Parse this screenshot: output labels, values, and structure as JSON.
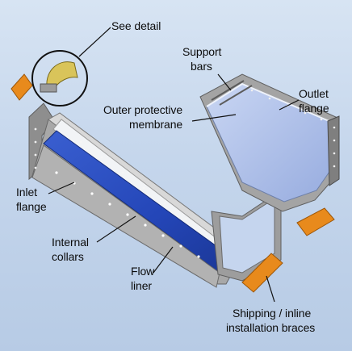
{
  "labels": {
    "see_detail": "See detail",
    "support_bars_1": "Support",
    "support_bars_2": "bars",
    "outlet_flange_1": "Outlet",
    "outlet_flange_2": "flange",
    "outer_membrane_1": "Outer protective",
    "outer_membrane_2": "membrane",
    "inlet_flange_1": "Inlet",
    "inlet_flange_2": "flange",
    "internal_collars_1": "Internal",
    "internal_collars_2": "collars",
    "flow_liner_1": "Flow",
    "flow_liner_2": "liner",
    "braces_1": "Shipping / inline",
    "braces_2": "installation braces"
  },
  "colors": {
    "background": "#c9d9ee",
    "frame_gray": "#9a9a9a",
    "flow_liner_blue": "#2a4fbf",
    "membrane_blue": "#aebfe6",
    "brace_orange": "#e88a1c",
    "detail_yellow": "#d9c45a"
  }
}
